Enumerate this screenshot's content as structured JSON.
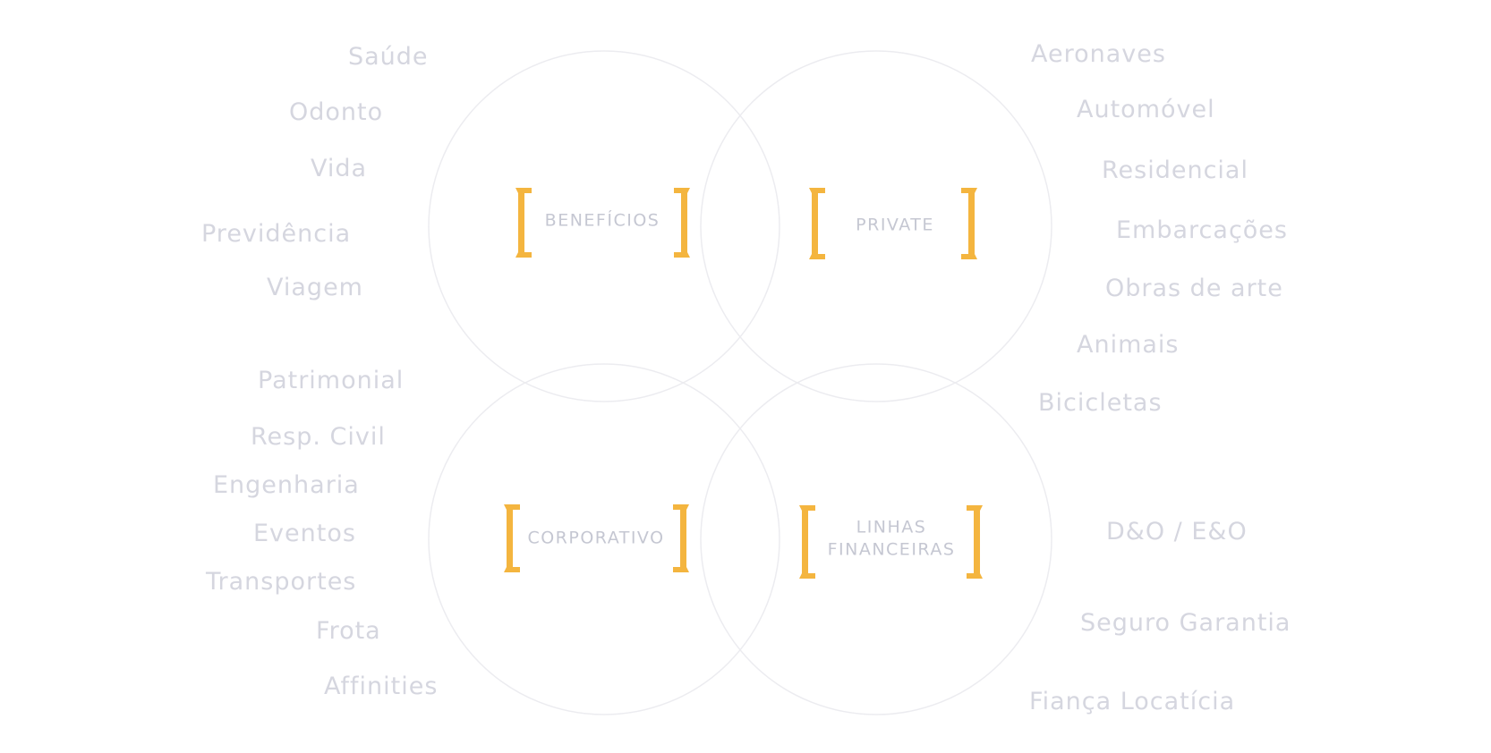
{
  "colors": {
    "bracket": "#f4b53f",
    "item_text": "#d5d6df",
    "category_text": "#c5c7d2",
    "circle_stroke": "#ececf0"
  },
  "categories": {
    "beneficios": "BENEFÍCIOS",
    "private": "PRIVATE",
    "corporativo": "CORPORATIVO",
    "linhas_line1": "LINHAS",
    "linhas_line2": "FINANCEIRAS"
  },
  "beneficios_items": [
    "Saúde",
    "Odonto",
    "Vida",
    "Previdência",
    "Viagem"
  ],
  "corporativo_items": [
    "Patrimonial",
    "Resp. Civil",
    "Engenharia",
    "Eventos",
    "Transportes",
    "Frota",
    "Affinities"
  ],
  "private_items": [
    "Aeronaves",
    "Automóvel",
    "Residencial",
    "Embarcações",
    "Obras de arte",
    "Animais",
    "Bicicletas"
  ],
  "linhas_items": [
    "D&O / E&O",
    "Seguro Garantia",
    "Fiança Locatícia"
  ]
}
